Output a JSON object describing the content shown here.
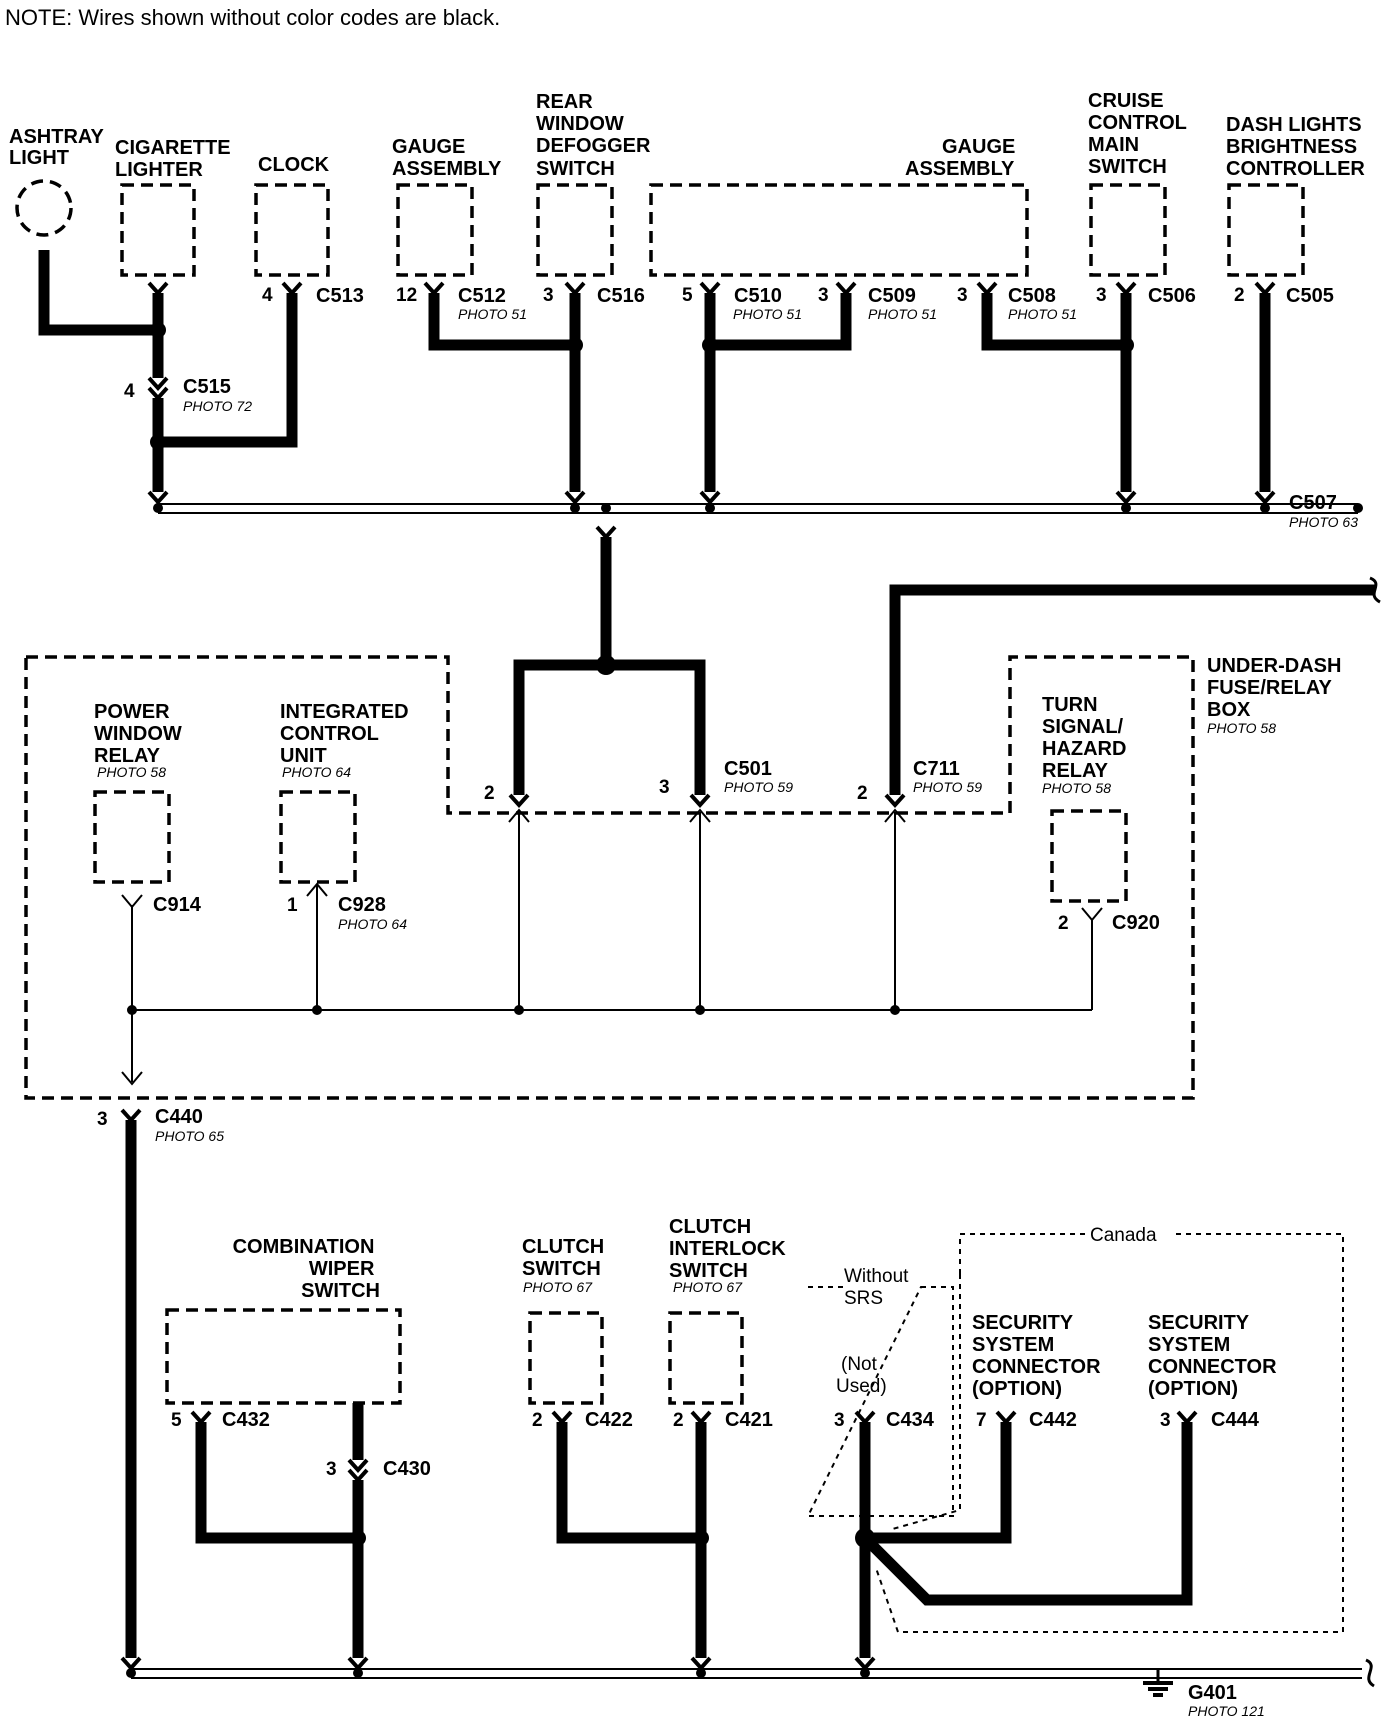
{
  "note": "NOTE: Wires shown without color codes are black.",
  "components": {
    "ashtray_light": [
      "ASHTRAY",
      "LIGHT"
    ],
    "cigarette_lighter": [
      "CIGARETTE",
      "LIGHTER"
    ],
    "clock": [
      "CLOCK"
    ],
    "gauge_assembly_left": [
      "GAUGE",
      "ASSEMBLY"
    ],
    "rear_window_defogger_switch": [
      "REAR",
      "WINDOW",
      "DEFOGGER",
      "SWITCH"
    ],
    "gauge_assembly_right": [
      "GAUGE",
      "ASSEMBLY"
    ],
    "cruise_control_main_switch": [
      "CRUISE",
      "CONTROL",
      "MAIN",
      "SWITCH"
    ],
    "dash_lights_brightness_controller": [
      "DASH LIGHTS",
      "BRIGHTNESS",
      "CONTROLLER"
    ],
    "power_window_relay": [
      "POWER",
      "WINDOW",
      "RELAY"
    ],
    "integrated_control_unit": [
      "INTEGRATED",
      "CONTROL",
      "UNIT"
    ],
    "turn_signal_hazard_relay": [
      "TURN",
      "SIGNAL/",
      "HAZARD",
      "RELAY"
    ],
    "under_dash_fuse_relay_box": [
      "UNDER-DASH",
      "FUSE/RELAY",
      "BOX"
    ],
    "combination_wiper_switch": [
      "COMBINATION",
      "WIPER",
      "SWITCH"
    ],
    "clutch_switch": [
      "CLUTCH",
      "SWITCH"
    ],
    "clutch_interlock_switch": [
      "CLUTCH",
      "INTERLOCK",
      "SWITCH"
    ],
    "security_system_connector_1": [
      "SECURITY",
      "SYSTEM",
      "CONNECTOR",
      "(OPTION)"
    ],
    "security_system_connector_2": [
      "SECURITY",
      "SYSTEM",
      "CONNECTOR",
      "(OPTION)"
    ]
  },
  "photos": {
    "c512": "PHOTO 51",
    "c510": "PHOTO 51",
    "c509": "PHOTO 51",
    "c508": "PHOTO 51",
    "c515": "PHOTO 72",
    "c507": "PHOTO 63",
    "power_window_relay": "PHOTO 58",
    "integrated_control_unit": "PHOTO 64",
    "c928": "PHOTO 64",
    "c501": "PHOTO 59",
    "c711": "PHOTO 59",
    "turn_signal_hazard_relay": "PHOTO 58",
    "fuse_box": "PHOTO 58",
    "c440": "PHOTO 65",
    "clutch_switch": "PHOTO 67",
    "clutch_interlock_switch": "PHOTO 67",
    "g401": "PHOTO 121"
  },
  "connectors": {
    "c513": "C513",
    "c515": "C515",
    "c512": "C512",
    "c516": "C516",
    "c510": "C510",
    "c509": "C509",
    "c508": "C508",
    "c506": "C506",
    "c505": "C505",
    "c507": "C507",
    "c501": "C501",
    "c711": "C711",
    "c914": "C914",
    "c928": "C928",
    "c920": "C920",
    "c440": "C440",
    "c432": "C432",
    "c430": "C430",
    "c422": "C422",
    "c421": "C421",
    "c434": "C434",
    "c442": "C442",
    "c444": "C444",
    "g401": "G401"
  },
  "pins": {
    "c513": "4",
    "c515": "4",
    "c512": "12",
    "c516": "3",
    "c510": "5",
    "c509": "3",
    "c508": "3",
    "c506": "3",
    "c505": "2",
    "c501_a": "2",
    "c501_b": "3",
    "c711": "2",
    "c914": "",
    "c928": "1",
    "c920": "2",
    "c440": "3",
    "c432": "5",
    "c430": "3",
    "c422": "2",
    "c421": "2",
    "c434": "3",
    "c442": "7",
    "c444": "3"
  },
  "variants": {
    "canada": "Canada",
    "without_srs": [
      "Without",
      "SRS"
    ],
    "not_used": [
      "(Not",
      "Used)"
    ]
  }
}
